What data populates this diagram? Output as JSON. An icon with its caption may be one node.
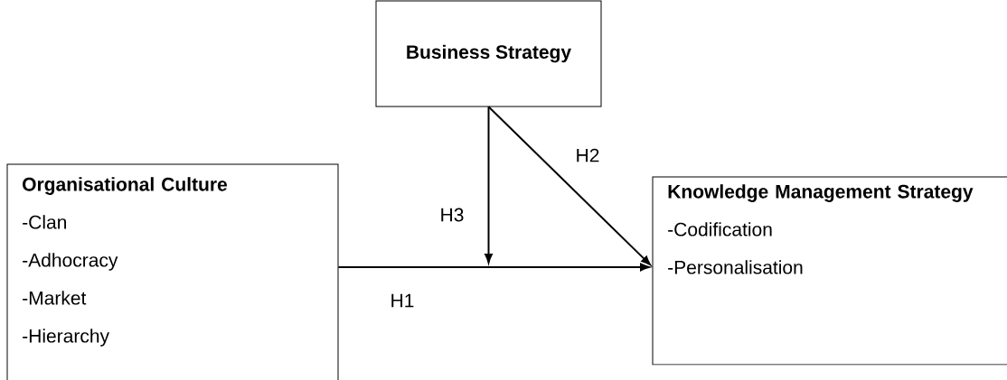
{
  "diagram": {
    "nodes": [
      {
        "text": [
          "Business Strategy"
        ]
      },
      {
        "text": [
          "Organisational Culture",
          "-Clan",
          "-Adhocracy",
          "-Market",
          "-Hierarchy"
        ]
      },
      {
        "text": [
          "Knowledge Management Strategy",
          "-Codification",
          "-Personalisation"
        ]
      }
    ],
    "edges": [
      {
        "from": 1,
        "to": 2,
        "arrow": "to",
        "label": "H1"
      },
      {
        "from": 0,
        "to": 2,
        "arrow": "to",
        "label": "H2"
      },
      {
        "from": 0,
        "to": null,
        "arrow": "to",
        "label": "H3"
      }
    ]
  }
}
